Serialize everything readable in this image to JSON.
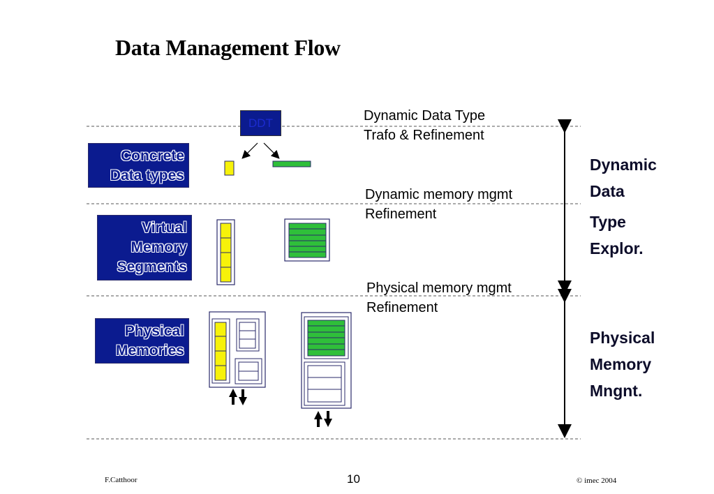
{
  "title": "Data Management Flow",
  "ddt_label": "DDT",
  "steps": [
    {
      "line1": "Dynamic Data Type",
      "line2": "Trafo & Refinement"
    },
    {
      "line1": "Dynamic memory mgmt",
      "line2": "Refinement"
    },
    {
      "line1": "Physical memory mgmt",
      "line2": "Refinement"
    }
  ],
  "layers": [
    {
      "line1": "Concrete",
      "line2": "Data types",
      "line3": ""
    },
    {
      "line1": "Virtual",
      "line2": "Memory",
      "line3": "Segments"
    },
    {
      "line1": "Physical",
      "line2": "Memories",
      "line3": ""
    }
  ],
  "side_labels": {
    "dde": [
      "Dynamic",
      "Data",
      "Type",
      "Explor."
    ],
    "pmm": [
      "Physical",
      "Memory",
      "Mngnt."
    ]
  },
  "footer": {
    "author": "F.Catthoor",
    "page": "10",
    "copyright": "© imec 2004"
  },
  "colors": {
    "box_blue": "#0b1b8f",
    "yellow": "#f7f20a",
    "green": "#2fbf3a",
    "outline": "#2a2a6a"
  }
}
